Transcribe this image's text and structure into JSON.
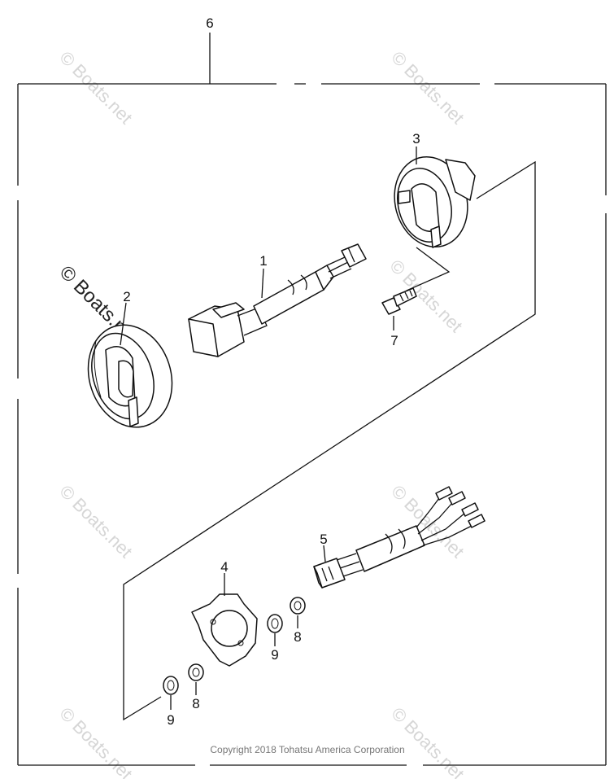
{
  "callouts": {
    "p1": "1",
    "p2": "2",
    "p3": "3",
    "p4": "4",
    "p5": "5",
    "p6": "6",
    "p7": "7",
    "p8a": "8",
    "p8b": "8",
    "p9a": "9",
    "p9b": "9"
  },
  "watermark": {
    "text": "© Boats.net",
    "featured_text": "© Boats.net"
  },
  "copyright": "Copyright 2018 Tohatsu America Corporation",
  "colors": {
    "line": "#111111",
    "watermark": "#d6d6d6",
    "background": "#ffffff"
  }
}
